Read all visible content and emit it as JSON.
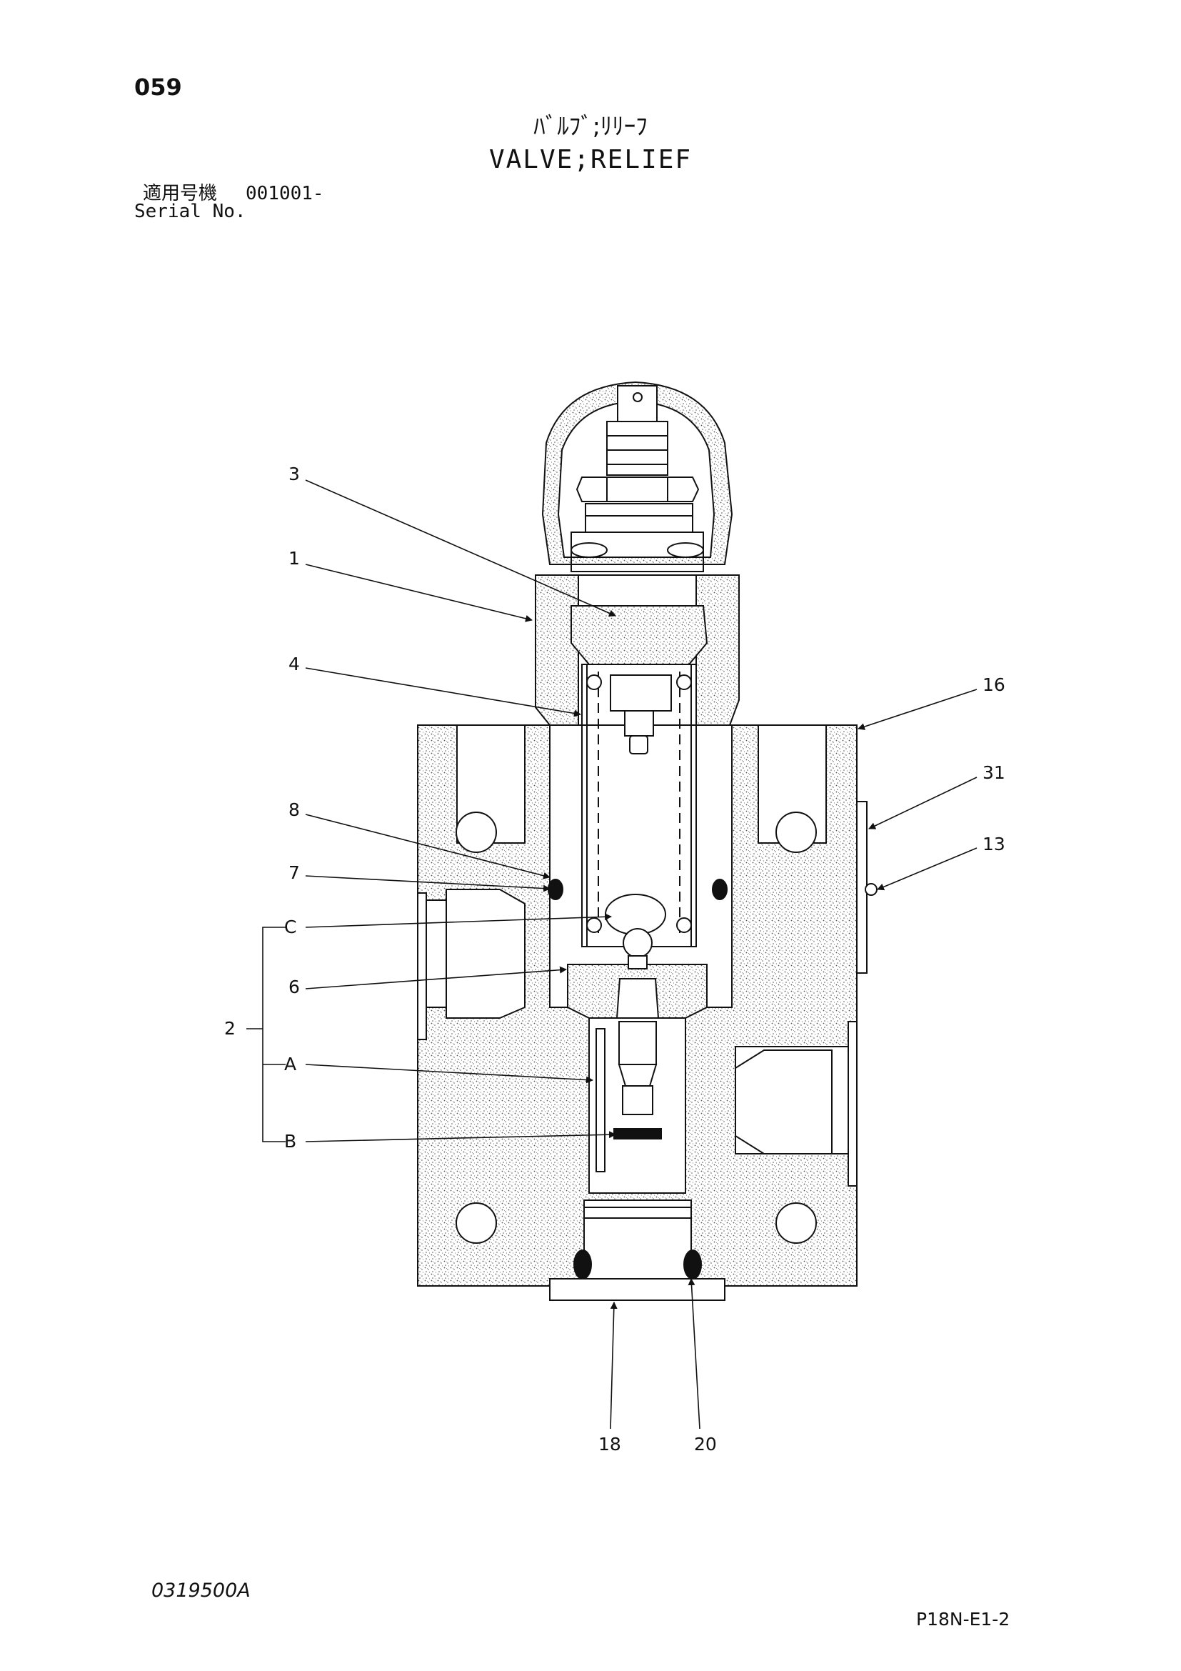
{
  "header": {
    "page_number": "059",
    "title_jp": "ﾊﾞﾙﾌﾞ;ﾘﾘｰﾌ",
    "title_en": "VALVE;RELIEF",
    "serial_label_jp": "適用号機",
    "serial_value": "001001-",
    "serial_label_en": "Serial No."
  },
  "callouts": {
    "c3": "3",
    "c1": "1",
    "c4": "4",
    "c8": "8",
    "c7": "7",
    "cC": "C",
    "c6": "6",
    "c2": "2",
    "cA": "A",
    "cB": "B",
    "c16": "16",
    "c31": "31",
    "c13": "13",
    "c18": "18",
    "c20": "20"
  },
  "footer": {
    "drawing_number": "0319500A",
    "reference_code": "P18N-E1-2"
  },
  "colors": {
    "line": "#111111",
    "stipple": "#555555",
    "paper": "#ffffff"
  }
}
